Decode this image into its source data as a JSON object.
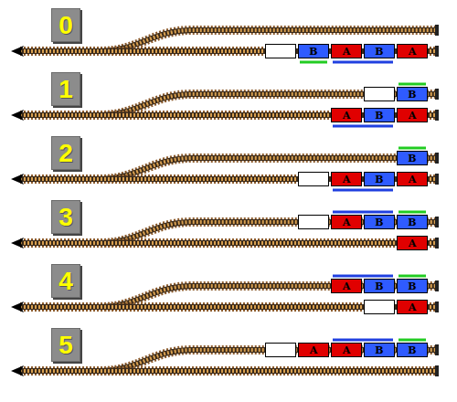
{
  "diagram": {
    "nodes": [
      {
        "text": [
          "0"
        ]
      },
      {
        "text": [
          "B"
        ]
      },
      {
        "text": [
          "A"
        ]
      },
      {
        "text": [
          "B"
        ]
      },
      {
        "text": [
          "A"
        ]
      },
      {
        "text": [
          "1"
        ]
      },
      {
        "text": [
          "B"
        ]
      },
      {
        "text": [
          "A"
        ]
      },
      {
        "text": [
          "B"
        ]
      },
      {
        "text": [
          "A"
        ]
      },
      {
        "text": [
          "2"
        ]
      },
      {
        "text": [
          "B"
        ]
      },
      {
        "text": [
          "A"
        ]
      },
      {
        "text": [
          "B"
        ]
      },
      {
        "text": [
          "A"
        ]
      },
      {
        "text": [
          "3"
        ]
      },
      {
        "text": [
          "A"
        ]
      },
      {
        "text": [
          "B"
        ]
      },
      {
        "text": [
          "B"
        ]
      },
      {
        "text": [
          "A"
        ]
      },
      {
        "text": [
          "4"
        ]
      },
      {
        "text": [
          "A"
        ]
      },
      {
        "text": [
          "B"
        ]
      },
      {
        "text": [
          "B"
        ]
      },
      {
        "text": [
          "A"
        ]
      },
      {
        "text": [
          "5"
        ]
      },
      {
        "text": [
          "A"
        ]
      },
      {
        "text": [
          "A"
        ]
      },
      {
        "text": [
          "B"
        ]
      },
      {
        "text": [
          "B"
        ]
      }
    ]
  }
}
